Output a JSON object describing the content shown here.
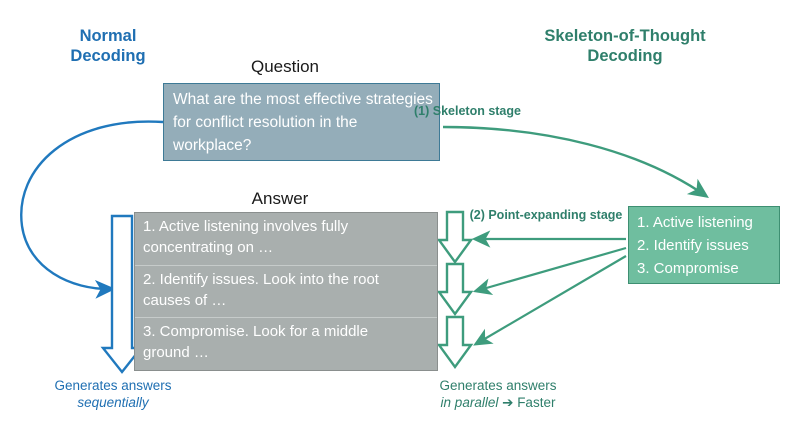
{
  "headers": {
    "left": "Normal\nDecoding",
    "right": "Skeleton-of-Thought\nDecoding"
  },
  "captions": {
    "question": "Question",
    "answer": "Answer"
  },
  "question": {
    "text": "What are the most effective strategies for conflict resolution in the workplace?"
  },
  "answer": {
    "rows": [
      "1. Active listening involves fully\n    concentrating on …",
      "2. Identify issues. Look into the root\n    causes of …",
      "3. Compromise. Look for a middle\n    ground …"
    ]
  },
  "skeleton": {
    "text": "1. Active listening\n2. Identify issues\n3. Compromise"
  },
  "stages": {
    "one": "(1) Skeleton stage",
    "two": "(2) Point-expanding\nstage"
  },
  "footers": {
    "left_line1": "Generates answers",
    "left_line2": "sequentially",
    "right_line1": "Generates answers",
    "right_line2": "in parallel",
    "right_line2_arrow": "➔",
    "right_line2_tail": "Faster"
  },
  "colors": {
    "blue": "#1F6FB2",
    "green": "#3E9C7D",
    "green_dark": "#2F7F6B",
    "question_fill": "#94ADB9",
    "question_border": "#3E7A96",
    "answer_fill": "#A9AFAE",
    "answer_border": "#8A8F8E",
    "skeleton_fill": "#6FBE9F",
    "skeleton_border": "#3E8F72"
  }
}
